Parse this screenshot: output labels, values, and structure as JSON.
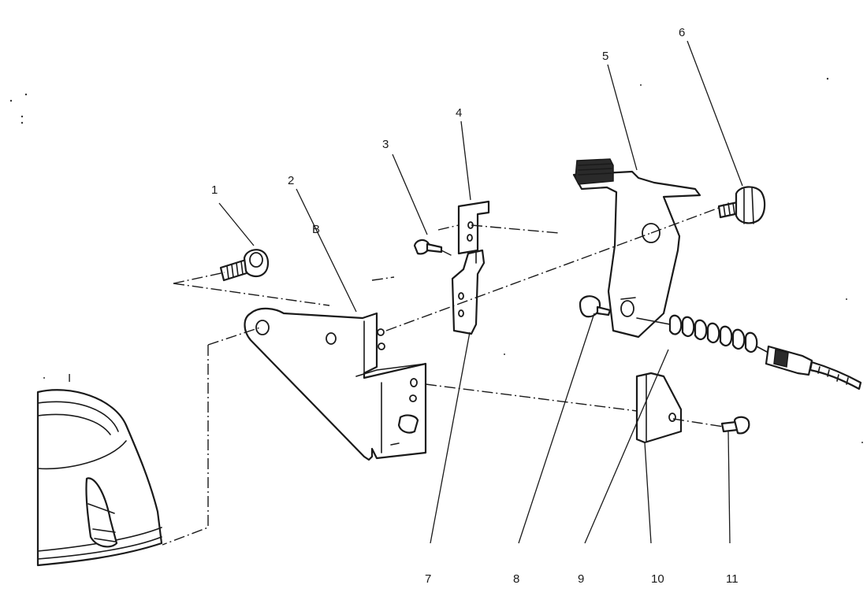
{
  "callouts": {
    "c1": "1",
    "c2": "2",
    "c3": "3",
    "c4": "4",
    "c5": "5",
    "c6": "6",
    "c7": "7",
    "c8": "8",
    "c9": "9",
    "c10": "10",
    "c11": "11",
    "bracket_mark": "B",
    "engine_mark": "I"
  },
  "colors": {
    "ink": "#1a1a1a",
    "paper": "#ffffff"
  }
}
